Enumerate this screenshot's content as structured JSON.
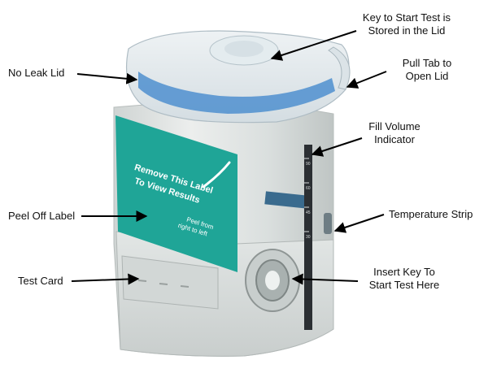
{
  "figure": {
    "subject": "drug-test-cup",
    "label_text": {
      "line1": "Remove This Label",
      "line2": "To View Results",
      "peel_line1": "Peel from",
      "peel_line2": "right to left"
    },
    "scale_marks": [
      "90",
      "60",
      "45",
      "30"
    ],
    "colors": {
      "label_teal": "#1fa597",
      "lid_blue": "#4f8fcf",
      "cup_body": "#dfe3e2",
      "scale_dark": "#2b2f33"
    }
  },
  "callouts": {
    "key_storage": {
      "line1": "Key to Start Test is",
      "line2": "Stored in the Lid"
    },
    "no_leak_lid": {
      "line1": "No Leak Lid"
    },
    "pull_tab": {
      "line1": "Pull Tab to",
      "line2": "Open Lid"
    },
    "fill_volume": {
      "line1": "Fill Volume",
      "line2": "Indicator"
    },
    "peel_label": {
      "line1": "Peel Off Label"
    },
    "temperature": {
      "line1": "Temperature Strip"
    },
    "test_card": {
      "line1": "Test Card"
    },
    "insert_key": {
      "line1": "Insert Key To",
      "line2": "Start Test Here"
    }
  }
}
